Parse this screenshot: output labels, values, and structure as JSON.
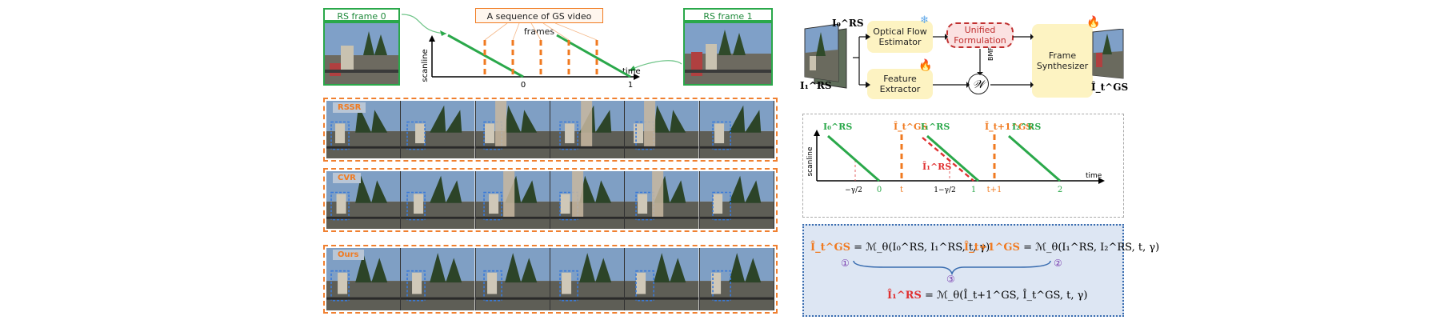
{
  "rs_frame0_label": "RS frame 0",
  "rs_frame1_label": "RS frame 1",
  "gs_sequence_label": "A sequence of GS video frames",
  "top_plot": {
    "ylabel": "scanline",
    "xlabel": "time",
    "tick0": "0",
    "tick1": "1"
  },
  "methods": [
    {
      "name": "RSSR"
    },
    {
      "name": "CVR"
    },
    {
      "name": "Ours"
    }
  ],
  "pipeline": {
    "input_top_label": "I₀^RS",
    "input_bottom_label": "I₁^RS",
    "optical_flow": "Optical Flow Estimator",
    "feature_extractor": "Feature Extractor",
    "unified": "Unified Formulation",
    "frame_synth": "Frame Synthesizer",
    "bmf": "BMF",
    "w_symbol": "𝒲",
    "output_label": "Î_t^GS"
  },
  "timeline": {
    "ylabel": "scanline",
    "xlabel": "time",
    "l_I0": "I₀^RS",
    "l_It": "Î_t^GS",
    "l_I1": "I₁^RS",
    "l_I1hat": "Î₁^RS",
    "l_It1": "Î_t+1^GS",
    "l_I2": "I₂^RS",
    "t_neg": "−γ/2",
    "t_0": "0",
    "t_t": "t",
    "t_1mg": "1−γ/2",
    "t_1": "1",
    "t_t1": "t+1",
    "t_2": "2"
  },
  "formulas": {
    "f1_lhs": "Î_t^GS",
    "f1_rhs": "= ℳ_θ(I₀^RS, I₁^RS, t, γ)",
    "f2_lhs": "Î_t+1^GS",
    "f2_rhs": "= ℳ_θ(I₁^RS, I₂^RS, t, γ)",
    "f3_lhs": "Î₁^RS",
    "f3_rhs": "= ℳ_θ(Î_t+1^GS, Î_t^GS, t, γ)",
    "c1": "①",
    "c2": "②",
    "c3": "③"
  },
  "colors": {
    "green": "#2aa84a",
    "orange": "#f07a20",
    "red": "#e03030",
    "blue": "#3a6db0",
    "purple": "#7a3fb0"
  }
}
